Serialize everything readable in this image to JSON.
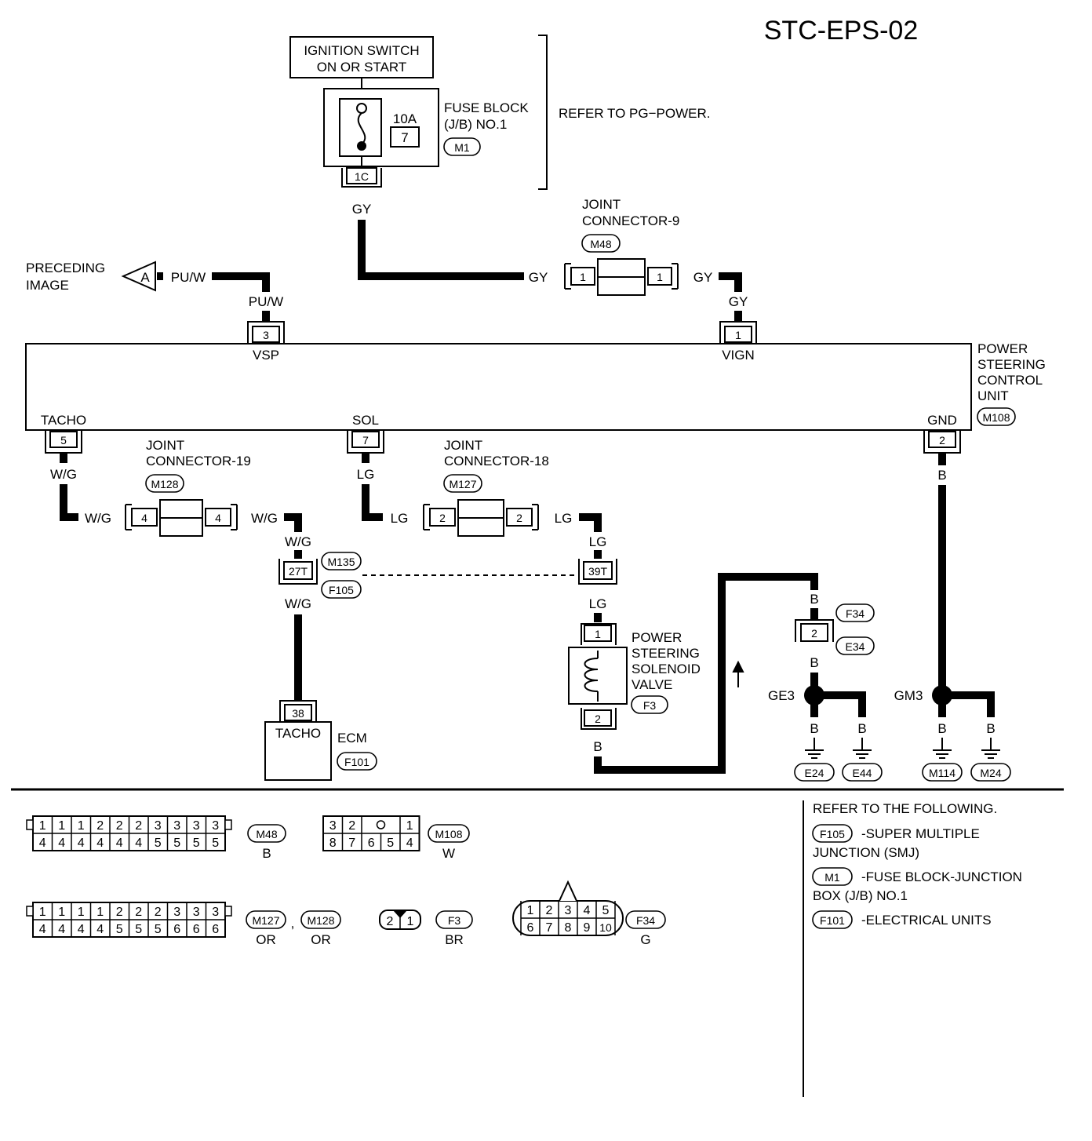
{
  "diagram_id": "STC-EPS-02",
  "ignition": {
    "line1": "IGNITION SWITCH",
    "line2": "ON OR START"
  },
  "fuse_block": {
    "line1": "FUSE BLOCK",
    "line2": "(J/B) NO.1",
    "connector": "M1",
    "amp": "10A",
    "fuse_no": "7",
    "terminal": "1C"
  },
  "power_ref": "REFER TO  PG−POWER.",
  "joint9": {
    "line1": "JOINT",
    "line2": "CONNECTOR-9",
    "connector": "M48",
    "pin_left": "1",
    "pin_right": "1"
  },
  "joint19": {
    "line1": "JOINT",
    "line2": "CONNECTOR-19",
    "connector": "M128",
    "pin_left": "4",
    "pin_right": "4"
  },
  "joint18": {
    "line1": "JOINT",
    "line2": "CONNECTOR-18",
    "connector": "M127",
    "pin_left": "2",
    "pin_right": "2"
  },
  "preceding": {
    "line1": "PRECEDING",
    "line2": "IMAGE",
    "marker": "A"
  },
  "wire_colors": {
    "gy": "GY",
    "puw": "PU/W",
    "wg": "W/G",
    "lg": "LG",
    "b": "B"
  },
  "pscu": {
    "line1": "POWER",
    "line2": "STEERING",
    "line3": "CONTROL",
    "line4": "UNIT",
    "connector": "M108",
    "pin_vsp": "3",
    "label_vsp": "VSP",
    "pin_vign": "1",
    "label_vign": "VIGN",
    "pin_tacho": "5",
    "label_tacho": "TACHO",
    "pin_sol": "7",
    "label_sol": "SOL",
    "pin_gnd": "2",
    "label_gnd": "GND"
  },
  "smj": {
    "conn_top": "M135",
    "conn_bottom": "F105",
    "pin_left": "27T",
    "pin_right": "39T"
  },
  "ecm": {
    "pin": "38",
    "label_tacho": "TACHO",
    "label": "ECM",
    "connector": "F101"
  },
  "solenoid": {
    "line1": "POWER",
    "line2": "STEERING",
    "line3": "SOLENOID",
    "line4": "VALVE",
    "connector": "F3",
    "pin_top": "1",
    "pin_bottom": "2"
  },
  "f34": {
    "conn_top": "F34",
    "conn_bottom": "E34",
    "pin": "2"
  },
  "grounds": {
    "ge3": "GE3",
    "gm3": "GM3",
    "e24": "E24",
    "e44": "E44",
    "m114": "M114",
    "m24": "M24"
  },
  "connector_views": {
    "m48": {
      "name": "M48",
      "color": "B",
      "top": [
        "1",
        "1",
        "1",
        "2",
        "2",
        "2",
        "3",
        "3",
        "3",
        "3"
      ],
      "bottom": [
        "4",
        "4",
        "4",
        "4",
        "4",
        "4",
        "5",
        "5",
        "5",
        "5"
      ]
    },
    "m108": {
      "name": "M108",
      "color": "W",
      "top": [
        "3",
        "2",
        "",
        "",
        "1"
      ],
      "bottom": [
        "8",
        "7",
        "6",
        "5",
        "4"
      ]
    },
    "m127_128": {
      "name1": "M127",
      "name2": "M128",
      "color1": "OR",
      "color2": "OR",
      "sep": ",",
      "top": [
        "1",
        "1",
        "1",
        "1",
        "2",
        "2",
        "2",
        "3",
        "3",
        "3"
      ],
      "bottom": [
        "4",
        "4",
        "4",
        "4",
        "5",
        "5",
        "5",
        "6",
        "6",
        "6"
      ]
    },
    "f3": {
      "name": "F3",
      "color": "BR",
      "pins": [
        "2",
        "1"
      ]
    },
    "f34": {
      "name": "F34",
      "color": "G",
      "top": [
        "1",
        "2",
        "3",
        "4",
        "5"
      ],
      "bottom": [
        "6",
        "7",
        "8",
        "9",
        "10"
      ]
    }
  },
  "refer": {
    "heading": "REFER TO THE FOLLOWING.",
    "items": [
      {
        "code": "F105",
        "line1": "-SUPER MULTIPLE",
        "line2": "JUNCTION (SMJ)"
      },
      {
        "code": "M1",
        "line1": "-FUSE BLOCK-JUNCTION",
        "line2": "BOX (J/B) NO.1"
      },
      {
        "code": "F101",
        "line1": "-ELECTRICAL UNITS",
        "line2": ""
      }
    ]
  }
}
